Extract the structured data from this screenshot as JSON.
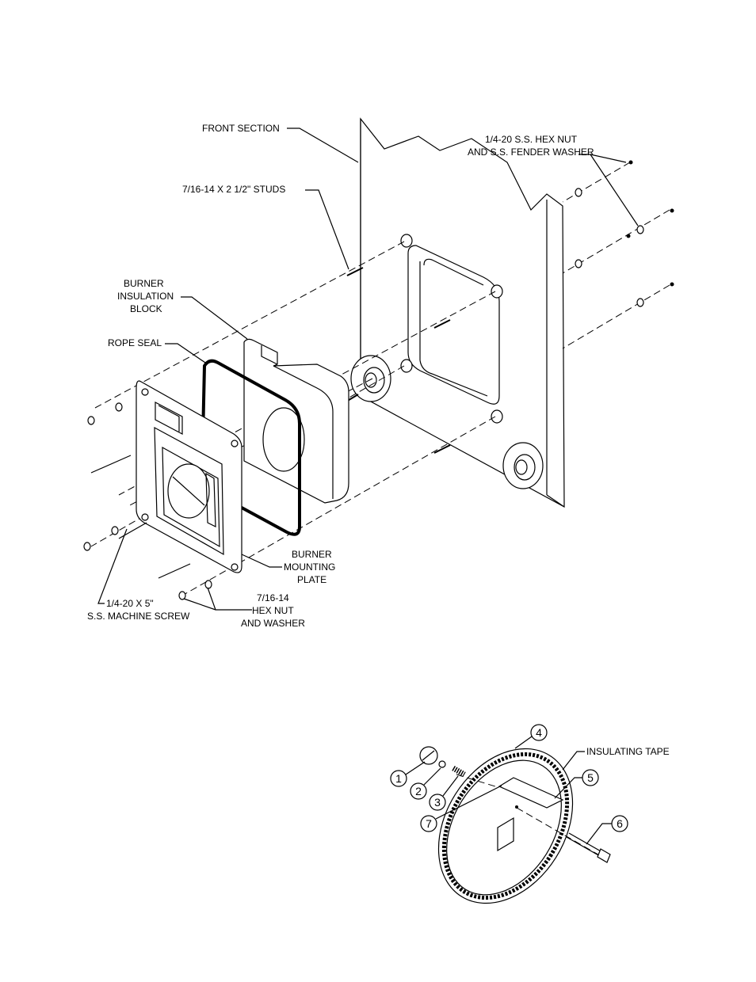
{
  "top_diagram": {
    "labels": {
      "front_section": "FRONT SECTION",
      "hex_nut_line1": "1/4-20 S.S. HEX NUT",
      "hex_nut_line2": "AND S.S. FENDER WASHER",
      "studs": "7/16-14 X 2 1/2\" STUDS",
      "insulation_line1": "BURNER",
      "insulation_line2": "INSULATION",
      "insulation_line3": "BLOCK",
      "rope_seal": "ROPE SEAL",
      "mounting_line1": "BURNER",
      "mounting_line2": "MOUNTING",
      "mounting_line3": "PLATE",
      "machine_screw_line1": "1/4-20 X 5\"",
      "machine_screw_line2": "S.S. MACHINE SCREW",
      "hex_washer_line1": "7/16-14",
      "hex_washer_line2": "HEX NUT",
      "hex_washer_line3": "AND WASHER"
    }
  },
  "bottom_diagram": {
    "insulating_tape": "INSULATING TAPE",
    "callouts": [
      "1",
      "2",
      "3",
      "4",
      "5",
      "6",
      "7"
    ]
  }
}
